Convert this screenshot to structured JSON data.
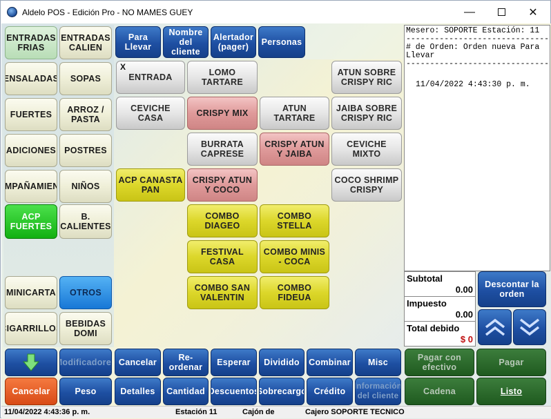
{
  "window": {
    "title": "Aldelo POS - Edición Pro - NO MAMES GUEY"
  },
  "categories": [
    "ENTRADAS FRIAS",
    "ENTRADAS CALIEN",
    "ENSALADAS",
    "SOPAS",
    "FUERTES",
    "ARROZ / PASTA",
    "ADICIONES",
    "POSTRES",
    "ACOMPAÑAMIENTOS",
    "NIÑOS",
    "ACP FUERTES",
    "B. CALIENTES",
    "MINICARTA",
    "OTROS",
    "CIGARRILLOS",
    "BEBIDAS DOMI"
  ],
  "order_type_buttons": [
    "Para Llevar",
    "Nombre del cliente",
    "Alertador (pager)",
    "Personas"
  ],
  "menu_items": {
    "entrada": "ENTRADA",
    "lomo_tartare": "LOMO TARTARE",
    "atun_sobre": "ATUN SOBRE CRISPY RIC",
    "ceviche_casa": "CEVICHE CASA",
    "crispy_mix": "CRISPY MIX",
    "atun_tartare": "ATUN TARTARE",
    "jaiba_sobre": "JAIBA SOBRE CRISPY RIC",
    "burrata": "BURRATA CAPRESE",
    "crispy_atun_jaiba": "CRISPY ATUN Y JAIBA",
    "ceviche_mixto": "CEVICHE MIXTO",
    "acp_canasta": "ACP CANASTA PAN",
    "crispy_atun_coco": "CRISPY ATUN Y COCO",
    "coco_shrimp": "COCO SHRIMP CRISPY",
    "combo_diageo": "COMBO DIAGEO",
    "combo_stella": "COMBO STELLA",
    "festival_casa": "FESTIVAL CASA",
    "combo_minis": "COMBO MINIS - COCA",
    "combo_san_valentin": "COMBO SAN VALENTIN",
    "combo_fideua": "COMBO FIDEUA"
  },
  "receipt": {
    "mesero_line": "Mesero: SOPORTE Estación: 11",
    "separator": "-----------------------------------",
    "orden_line1": "# de Orden: Orden nueva Para",
    "orden_line2": "Llevar",
    "timestamp": "11/04/2022 4:43:30 p. m."
  },
  "totals": {
    "subtotal_label": "Subtotal",
    "subtotal": "0.00",
    "tax_label": "Impuesto",
    "tax": "0.00",
    "due_label": "Total debido",
    "due": "$ 0"
  },
  "actions": {
    "discount": "Descontar la orden",
    "modificadores": "Modificadores",
    "cancelar_item": "Cancelar",
    "reordenar": "Re-ordenar",
    "esperar": "Esperar",
    "dividido": "Dividido",
    "combinar": "Combinar",
    "misc": "Misc",
    "pagar_efectivo": "Pagar con efectivo",
    "pagar": "Pagar",
    "cancelar_orden": "Cancelar",
    "peso": "Peso",
    "detalles": "Detalles",
    "cantidad": "Cantidad",
    "descuentos": "Descuentos",
    "sobrecargo": "Sobrecargo",
    "credito": "Crédito",
    "info_cliente": "Información del cliente",
    "cadena": "Cadena",
    "listo": "Listo"
  },
  "status": {
    "datetime": "11/04/2022 4:43:36 p. m.",
    "station": "Estación 11",
    "drawer": "Cajón de",
    "cashier": "Cajero SOPORTE TECNICO"
  },
  "colors": {
    "dark_blue": "#1e4fa2",
    "green_active": "#12b012",
    "orange": "#d84a15",
    "pink": "#df9a9a",
    "yellow": "#dcd72a"
  }
}
